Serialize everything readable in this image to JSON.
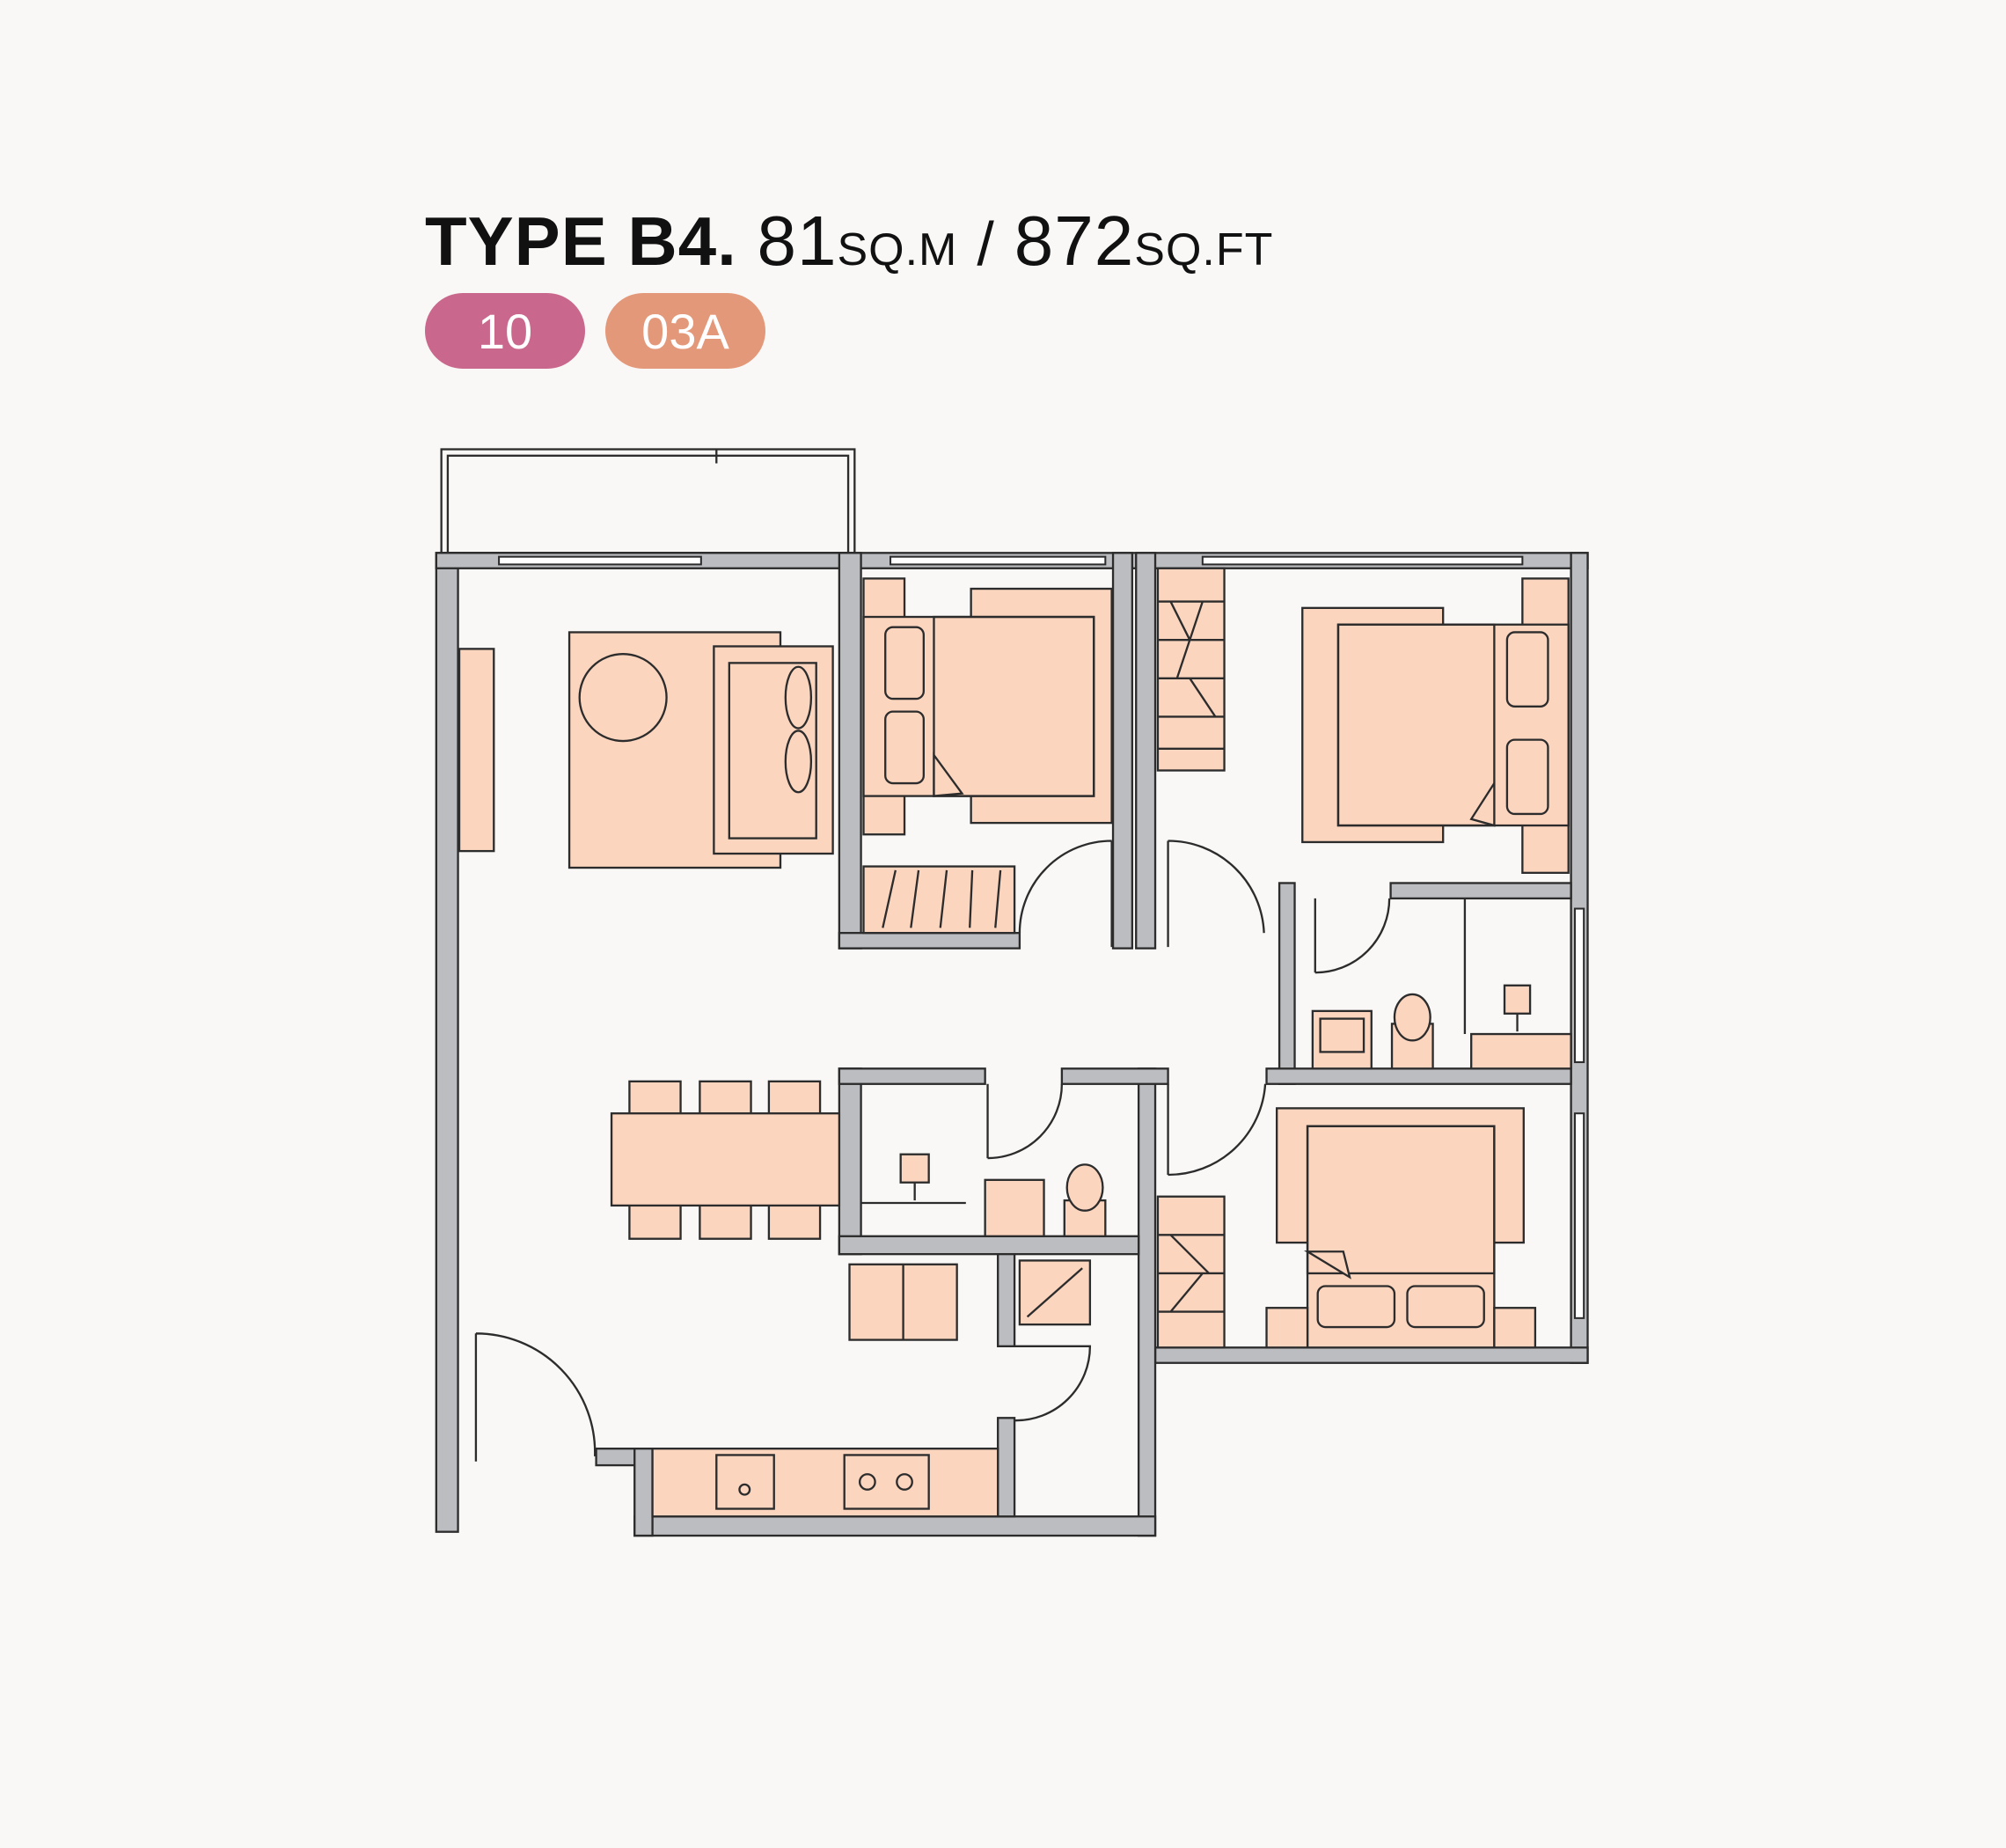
{
  "header": {
    "type_label": "TYPE B4.",
    "area_sqm": "81",
    "sqm_unit": "SQ.M",
    "separator": "/",
    "area_sqft": "872",
    "sqft_unit": "SQ.FT"
  },
  "badges": [
    {
      "label": "10",
      "color": "#c9688c"
    },
    {
      "label": "03A",
      "color": "#e4987a"
    }
  ],
  "colors": {
    "wall": "#bcbdc0",
    "furniture": "#fcd5bf",
    "background": "#f9f8f6"
  }
}
